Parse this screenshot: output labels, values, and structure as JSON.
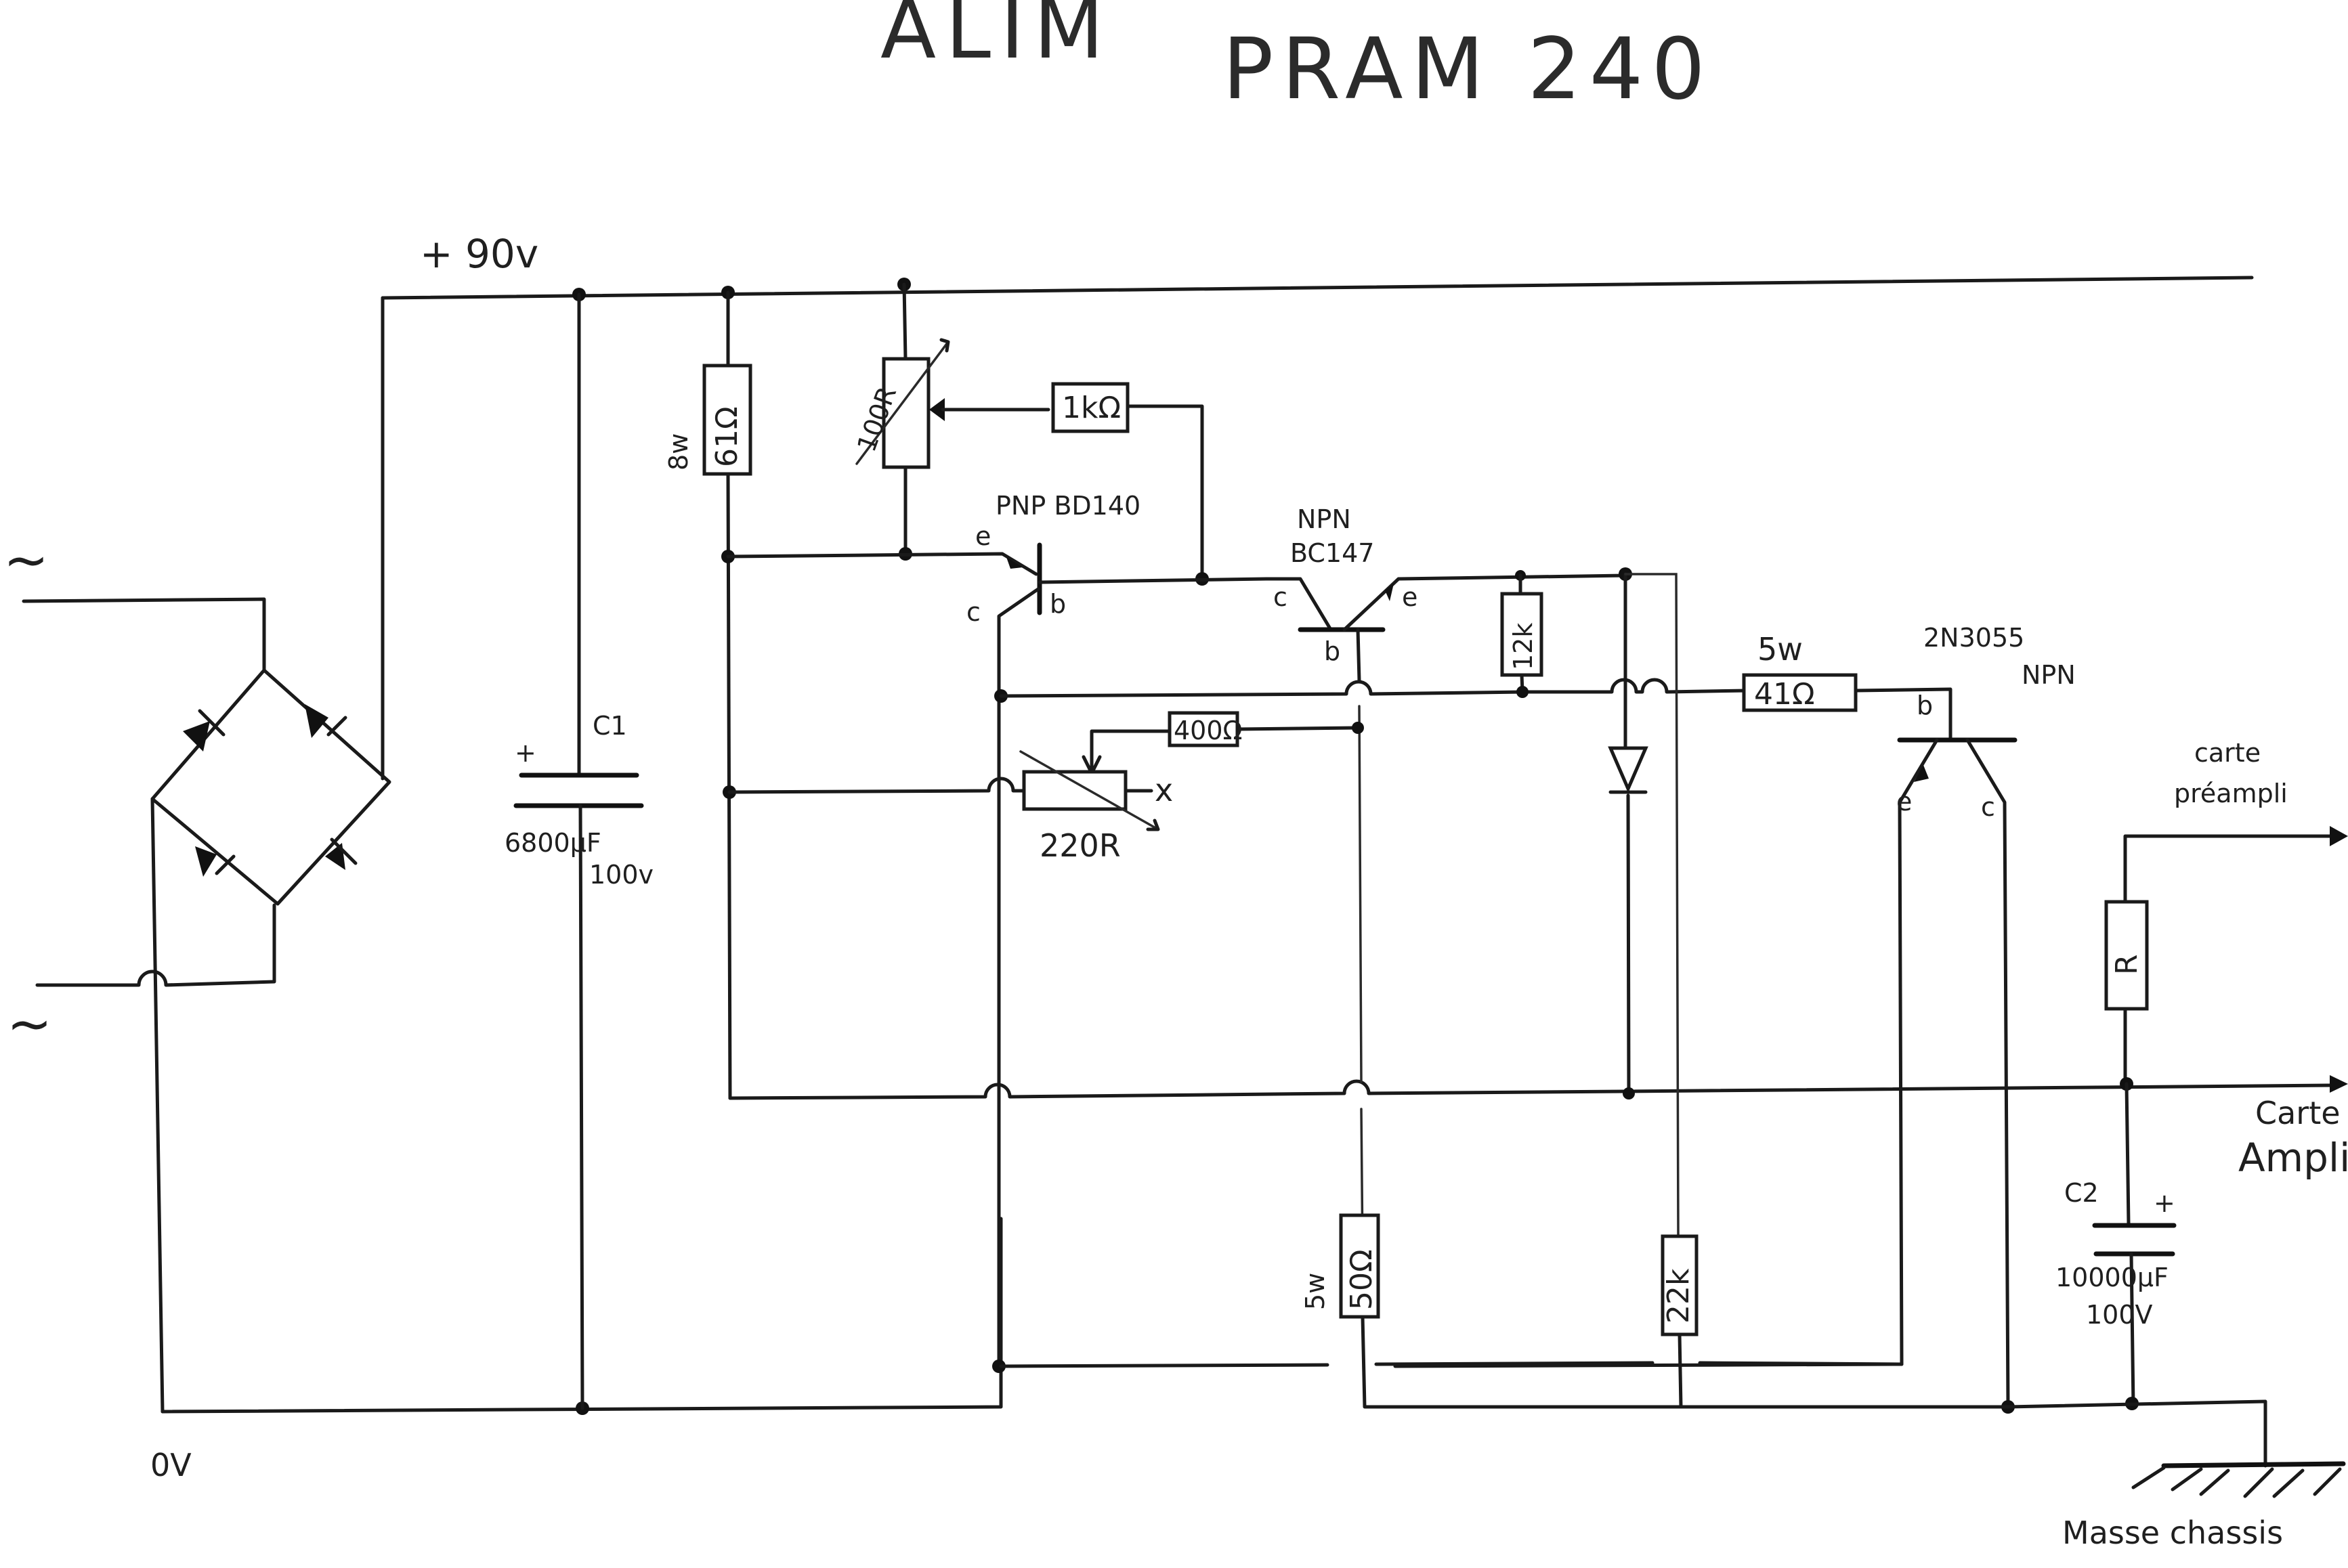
{
  "title": {
    "left": "ALIM",
    "right": "PRAM 240"
  },
  "rails": {
    "positive": "+ 90v",
    "ground": "0V",
    "chassis_ground": "Masse chassis"
  },
  "ac_inputs": [
    {
      "symbol": "~"
    },
    {
      "symbol": "~"
    }
  ],
  "bridge_rectifier": {
    "diode_count": 4
  },
  "capacitors": [
    {
      "ref": "C1",
      "polarity": "+",
      "value": "6800µF",
      "voltage": "100v"
    },
    {
      "ref": "C2",
      "polarity": "+",
      "value": "10000µF",
      "voltage": "100V"
    }
  ],
  "resistors": {
    "r61": {
      "value": "61Ω",
      "power": "8w"
    },
    "pot100": {
      "value": "100R"
    },
    "r1k": {
      "value": "1kΩ"
    },
    "r12k": {
      "value": "12k"
    },
    "r41": {
      "value": "41Ω",
      "power": "5w"
    },
    "r400": {
      "value": "400Ω"
    },
    "pot220": {
      "value": "220R",
      "nc_mark": "x"
    },
    "r50": {
      "value": "50Ω",
      "power": "5w"
    },
    "r22k": {
      "value": "22k"
    },
    "rout": {
      "value": "R"
    }
  },
  "transistors": {
    "q1": {
      "type": "PNP",
      "part": "BD140",
      "label": "PNP BD140",
      "pins": {
        "e": "e",
        "b": "b",
        "c": "c"
      }
    },
    "q2": {
      "type": "NPN",
      "part": "BC147",
      "pins": {
        "e": "e",
        "b": "b",
        "c": "c"
      }
    },
    "q3": {
      "type": "NPN",
      "part": "2N3055",
      "pins": {
        "e": "e",
        "b": "b",
        "c": "c"
      }
    }
  },
  "outputs": {
    "preamp": {
      "line1": "carte",
      "line2": "préampli"
    },
    "amp": {
      "line1": "Carte",
      "line2": "Ampli"
    }
  }
}
